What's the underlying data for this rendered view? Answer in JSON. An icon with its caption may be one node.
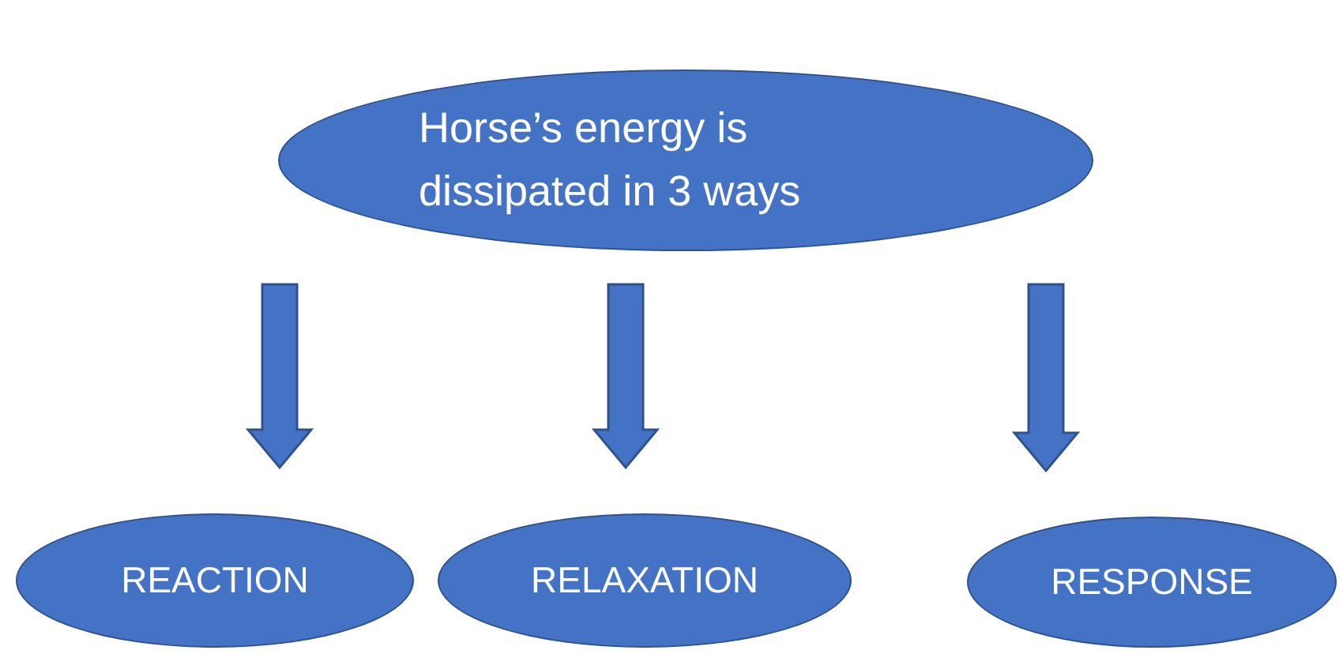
{
  "diagram": {
    "nodes": [
      {
        "text": [
          "Horse’s energy is dissipated in 3 ways"
        ]
      },
      {
        "text": [
          "REACTION"
        ]
      },
      {
        "text": [
          "RELAXATION"
        ]
      },
      {
        "text": [
          "RESPONSE"
        ]
      }
    ],
    "edges": [
      {
        "from": 0,
        "to": 1,
        "arrow": "to"
      },
      {
        "from": 0,
        "to": 2,
        "arrow": "to"
      },
      {
        "from": 0,
        "to": 3,
        "arrow": "to"
      }
    ]
  }
}
